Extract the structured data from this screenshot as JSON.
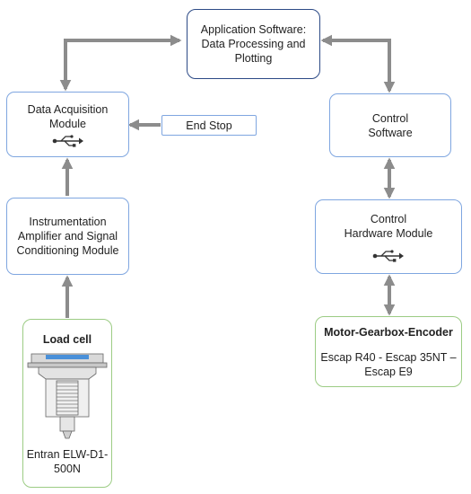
{
  "nodes": {
    "app_software": {
      "lines": [
        "Application Software:",
        "Data Processing and",
        "Plotting"
      ]
    },
    "daq": {
      "lines": [
        "Data Acquisition",
        "Module"
      ],
      "icon": "usb-icon"
    },
    "end_stop": {
      "label": "End Stop"
    },
    "instrumentation": {
      "lines": [
        "Instrumentation",
        "Amplifier and Signal",
        "Conditioning Module"
      ]
    },
    "load_cell": {
      "title": "Load cell",
      "model_lines": [
        "Entran ELW-D1-",
        "500N"
      ],
      "image": "load-cell-drawing"
    },
    "control_software": {
      "lines": [
        "Control",
        "Software"
      ]
    },
    "control_hardware": {
      "lines": [
        "Control",
        "Hardware Module"
      ],
      "icon": "usb-icon"
    },
    "motor": {
      "title": "Motor-Gearbox-Encoder",
      "lines": [
        "Escap R40 - Escap 35NT –",
        "Escap E9"
      ]
    }
  },
  "colors": {
    "arrow": "#8c8c8c",
    "box_border": "#7fa6e0",
    "app_border": "#2c4a86",
    "green_border": "#9ccc84",
    "load_cell_accent": "#4a90d9"
  }
}
